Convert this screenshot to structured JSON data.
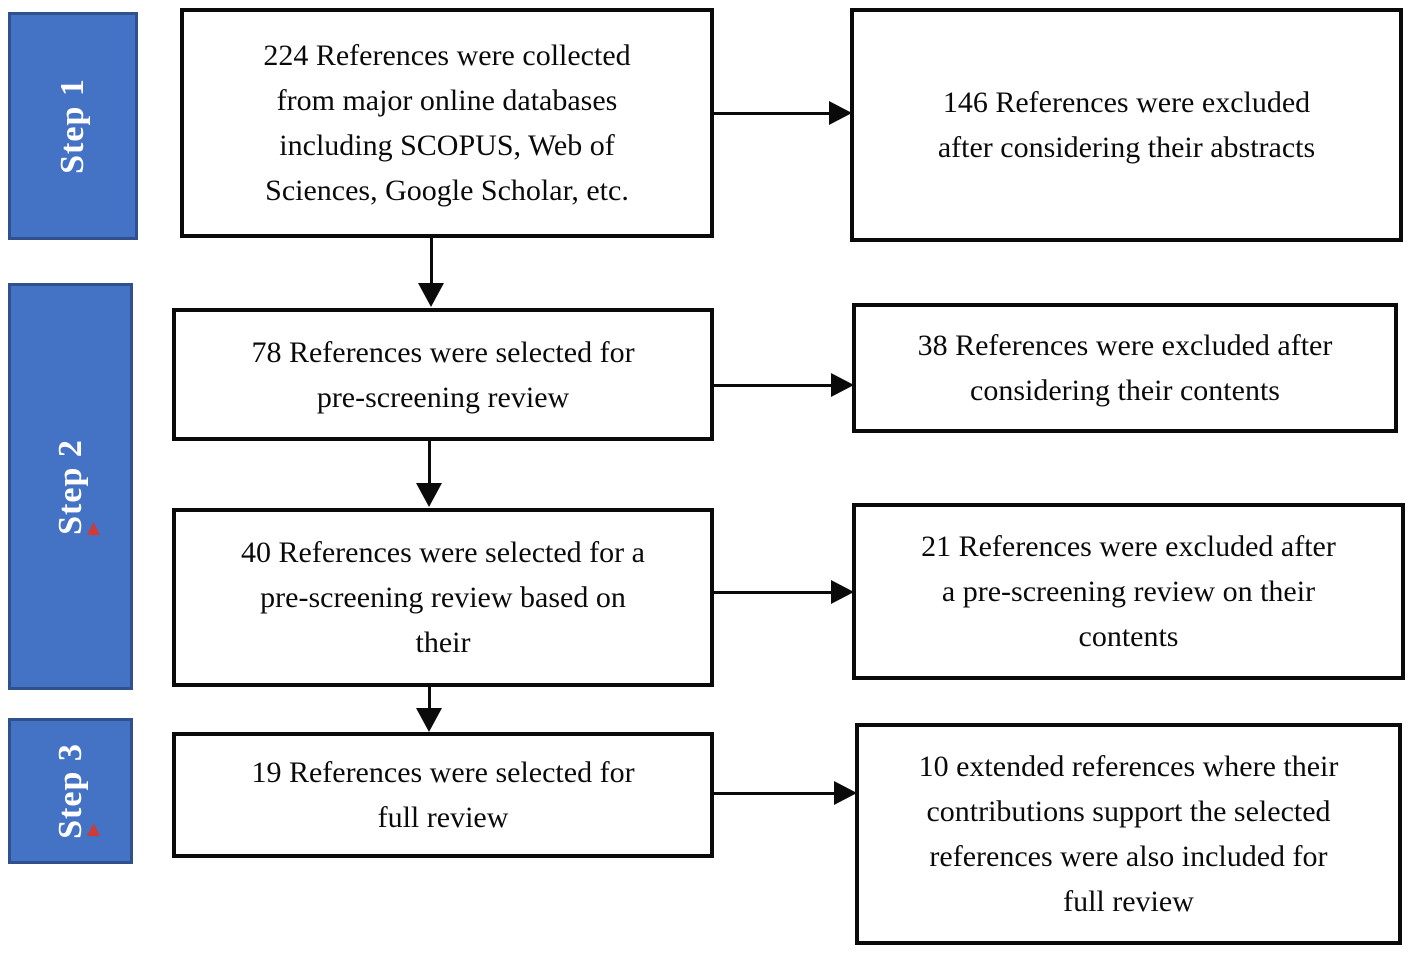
{
  "diagram": {
    "steps": [
      {
        "label": "Step 1"
      },
      {
        "label": "Step 2"
      },
      {
        "label": "Step 3"
      }
    ],
    "process_boxes": [
      {
        "text": "224 References were collected\nfrom major online databases\nincluding SCOPUS, Web of\nSciences, Google Scholar, etc."
      },
      {
        "text": "78 References were selected for\npre-screening review"
      },
      {
        "text": "40 References were selected for a\npre-screening review based on\ntheir"
      },
      {
        "text": "19 References were selected for\nfull review"
      }
    ],
    "excluded_boxes": [
      {
        "text": "146 References were excluded\nafter considering their abstracts"
      },
      {
        "text": "38 References were excluded after\nconsidering their contents"
      },
      {
        "text": "21 References were excluded after\na pre-screening review on their\ncontents"
      },
      {
        "text": "10 extended references where their\ncontributions support the selected\nreferences were also included for\nfull review"
      }
    ],
    "icons": {
      "marker_glyph": "▲"
    },
    "colors": {
      "step_fill": "#4472C4",
      "step_border": "#2F528F",
      "step_text": "#ffffff",
      "box_border": "#0a0a0a",
      "box_fill": "#ffffff",
      "text": "#0a0a0a",
      "marker_red": "#cf3b35",
      "background": "#ffffff"
    }
  }
}
